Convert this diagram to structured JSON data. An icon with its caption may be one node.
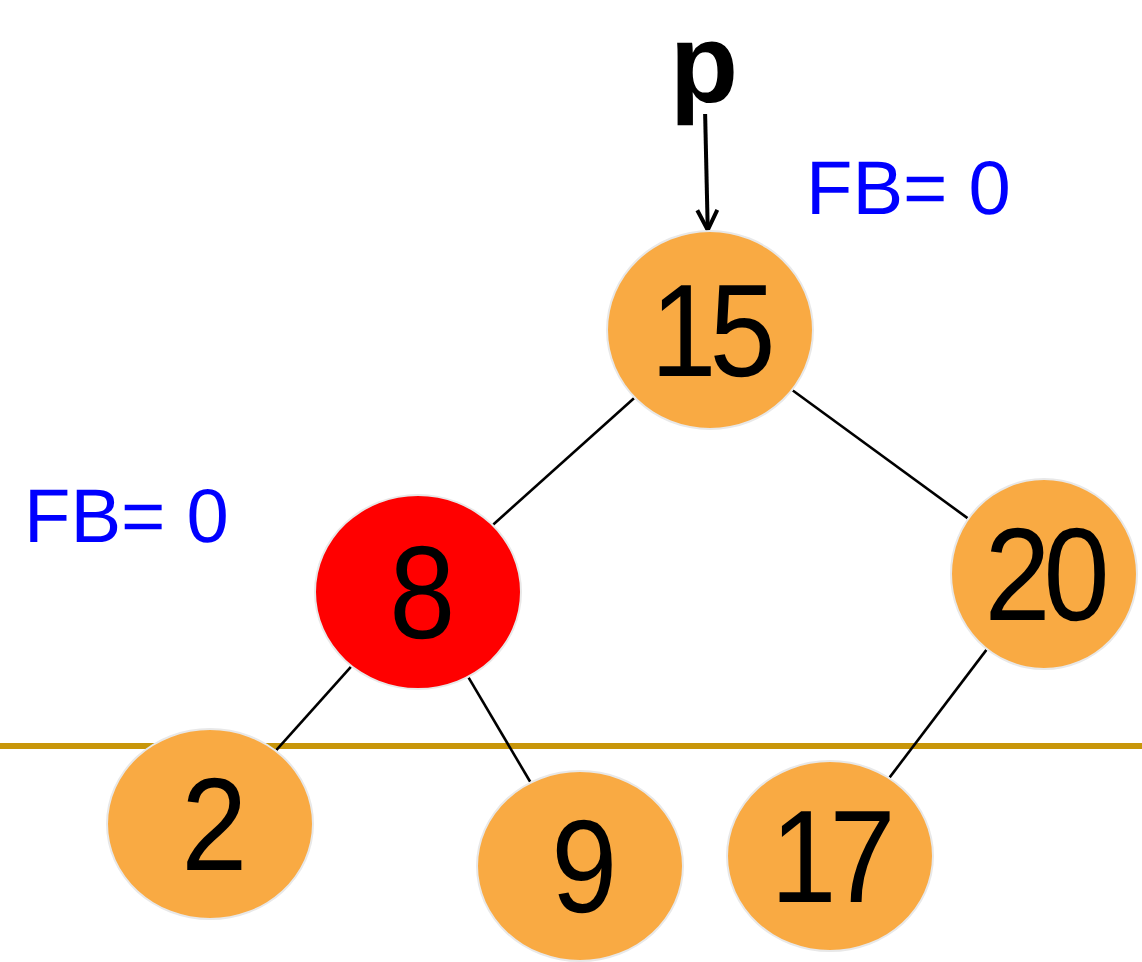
{
  "diagram": {
    "nodes": [
      {
        "text": [
          "p"
        ]
      },
      {
        "text": [
          "15"
        ],
        "beside": [
          "FB= 0"
        ]
      },
      {
        "text": [
          "8"
        ],
        "beside": [
          "FB= 0"
        ]
      },
      {
        "text": [
          "20"
        ]
      },
      {
        "text": [
          "2"
        ]
      },
      {
        "text": [
          "9"
        ]
      },
      {
        "text": [
          "17"
        ]
      }
    ],
    "edges": [
      {
        "from": 0,
        "to": 1,
        "arrow": "to"
      },
      {
        "from": 1,
        "to": 2,
        "arrow": "none"
      },
      {
        "from": 1,
        "to": 3,
        "arrow": "none"
      },
      {
        "from": 2,
        "to": 4,
        "arrow": "none"
      },
      {
        "from": 2,
        "to": 5,
        "arrow": "none"
      },
      {
        "from": 3,
        "to": 6,
        "arrow": "none"
      }
    ]
  }
}
